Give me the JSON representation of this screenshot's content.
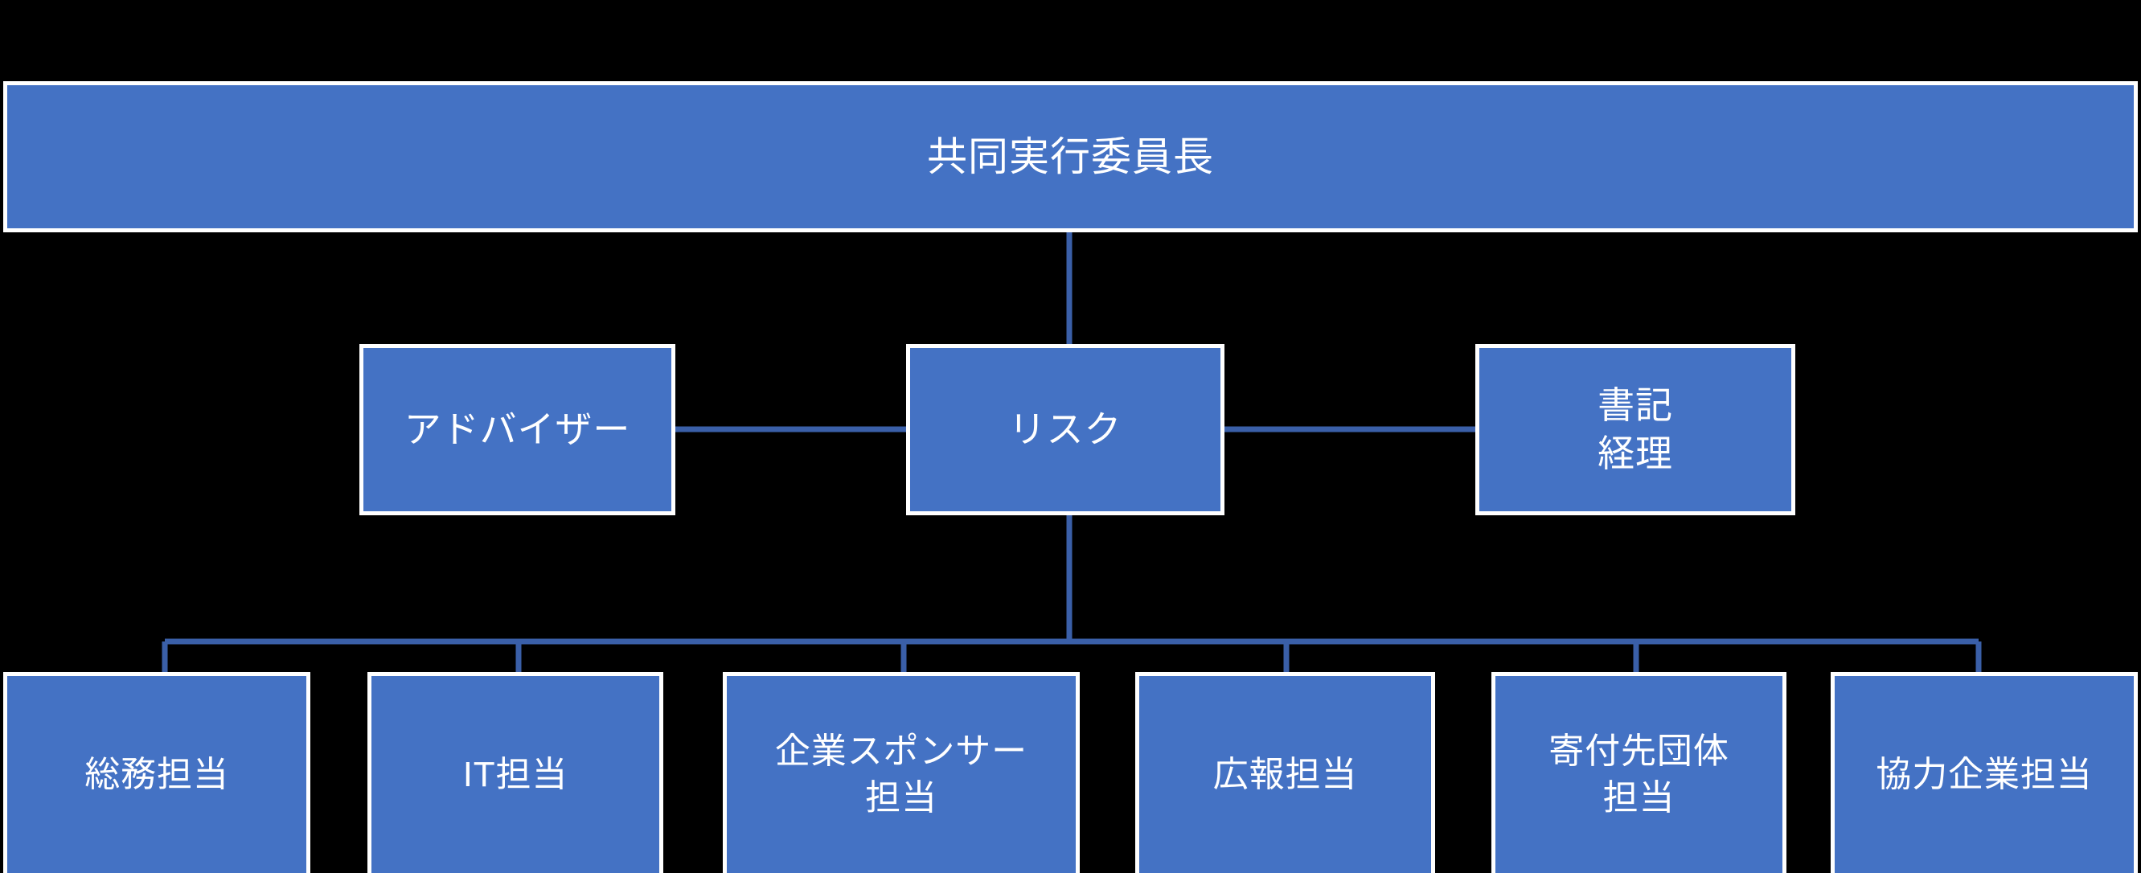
{
  "diagram": {
    "type": "organization-chart",
    "title_text": "共同実行委員長",
    "background_color": "#000000",
    "node_fill_color": "#4472C4",
    "node_border_color": "#FFFFFF",
    "node_text_color": "#FFFFFF",
    "connector_color": "#3A5FA8"
  },
  "nodes": {
    "chair": {
      "label": "共同実行委員長"
    },
    "advisor": {
      "label": "アドバイザー"
    },
    "risk": {
      "label": "リスク"
    },
    "clerk": {
      "label": "書記\n経理"
    },
    "general_affairs": {
      "label": "総務担当"
    },
    "it": {
      "label": "IT担当"
    },
    "sponsor": {
      "label": "企業スポンサー\n担当"
    },
    "pr": {
      "label": "広報担当"
    },
    "donation": {
      "label": "寄付先団体\n担当"
    },
    "partner": {
      "label": "協力企業担当"
    }
  },
  "hierarchy": {
    "root": "共同実行委員長",
    "level_2": [
      "アドバイザー",
      "リスク",
      "書記\n経理"
    ],
    "level_3": [
      "総務担当",
      "IT担当",
      "企業スポンサー\n担当",
      "広報担当",
      "寄付先団体\n担当",
      "協力企業担当"
    ]
  }
}
